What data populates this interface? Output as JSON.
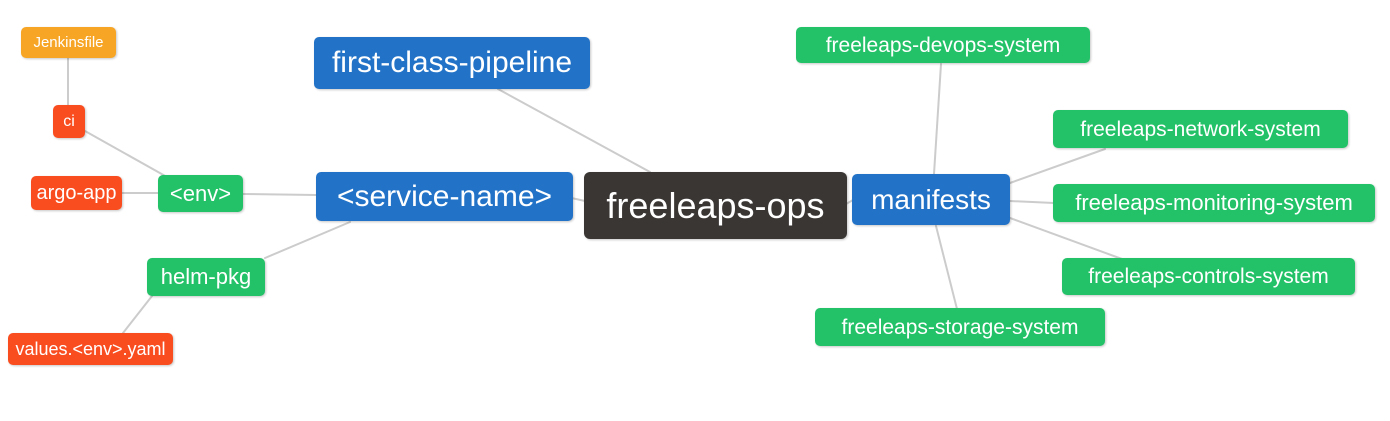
{
  "diagram": {
    "type": "mindmap",
    "background": "#ffffff",
    "edge_color": "#cccccc",
    "colors": {
      "blue": "#2273c8",
      "green": "#23c268",
      "red": "#f94d1f",
      "orange": "#f7a524",
      "dark": "#3a3634",
      "text": "#ffffff"
    },
    "nodes": [
      {
        "id": "jenkinsfile",
        "label": "Jenkinsfile",
        "color": "orange"
      },
      {
        "id": "ci",
        "label": "ci",
        "color": "red"
      },
      {
        "id": "argo-app",
        "label": "argo-app",
        "color": "red"
      },
      {
        "id": "env",
        "label": "<env>",
        "color": "green"
      },
      {
        "id": "first-class-pipeline",
        "label": "first-class-pipeline",
        "color": "blue"
      },
      {
        "id": "service-name",
        "label": "<service-name>",
        "color": "blue"
      },
      {
        "id": "freeleaps-ops",
        "label": "freeleaps-ops",
        "color": "dark"
      },
      {
        "id": "manifests",
        "label": "manifests",
        "color": "blue"
      },
      {
        "id": "helm-pkg",
        "label": "helm-pkg",
        "color": "green"
      },
      {
        "id": "values-env-yaml",
        "label": "values.<env>.yaml",
        "color": "red"
      },
      {
        "id": "freeleaps-devops-system",
        "label": "freeleaps-devops-system",
        "color": "green"
      },
      {
        "id": "freeleaps-network-system",
        "label": "freeleaps-network-system",
        "color": "green"
      },
      {
        "id": "freeleaps-monitoring-system",
        "label": "freeleaps-monitoring-system",
        "color": "green"
      },
      {
        "id": "freeleaps-controls-system",
        "label": "freeleaps-controls-system",
        "color": "green"
      },
      {
        "id": "freeleaps-storage-system",
        "label": "freeleaps-storage-system",
        "color": "green"
      }
    ],
    "edges": [
      {
        "from": "jenkinsfile",
        "to": "ci"
      },
      {
        "from": "ci",
        "to": "env"
      },
      {
        "from": "argo-app",
        "to": "env"
      },
      {
        "from": "env",
        "to": "service-name"
      },
      {
        "from": "helm-pkg",
        "to": "service-name"
      },
      {
        "from": "values-env-yaml",
        "to": "helm-pkg"
      },
      {
        "from": "first-class-pipeline",
        "to": "freeleaps-ops"
      },
      {
        "from": "service-name",
        "to": "freeleaps-ops"
      },
      {
        "from": "freeleaps-ops",
        "to": "manifests"
      },
      {
        "from": "manifests",
        "to": "freeleaps-devops-system"
      },
      {
        "from": "manifests",
        "to": "freeleaps-network-system"
      },
      {
        "from": "manifests",
        "to": "freeleaps-monitoring-system"
      },
      {
        "from": "manifests",
        "to": "freeleaps-controls-system"
      },
      {
        "from": "manifests",
        "to": "freeleaps-storage-system"
      }
    ]
  }
}
